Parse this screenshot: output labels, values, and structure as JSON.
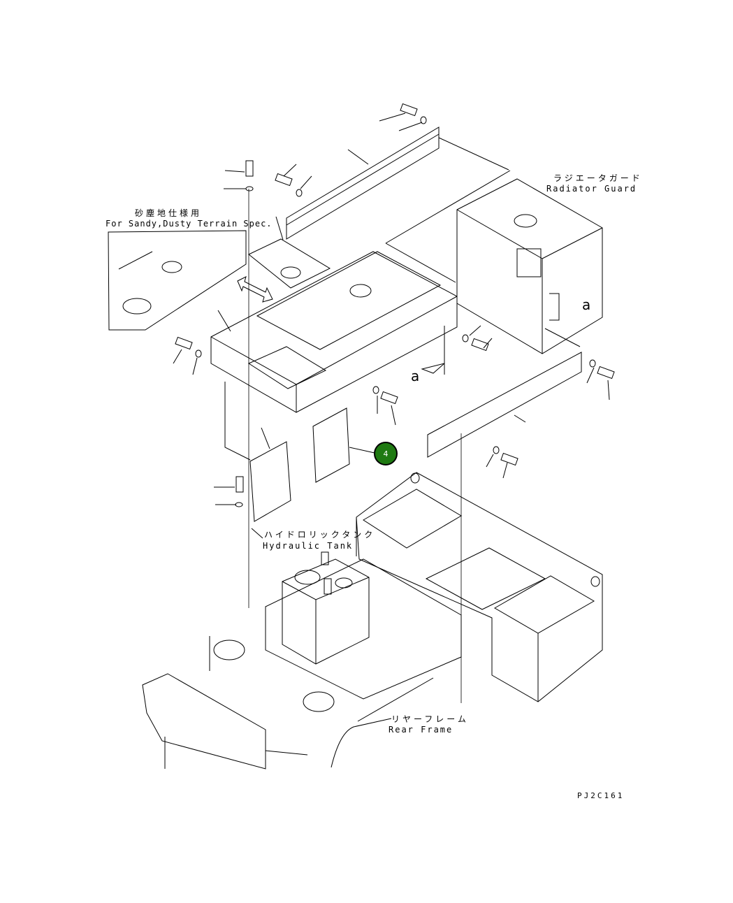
{
  "labels": {
    "sandy_jp": "砂塵地仕様用",
    "sandy_en": "For Sandy,Dusty Terrain Spec.",
    "radiator_jp": "ラジエータガード",
    "radiator_en": "Radiator Guard",
    "hydraulic_jp": "ハイドロリックタンク",
    "hydraulic_en": "Hydraulic Tank",
    "rear_jp": "リヤーフレーム",
    "rear_en": "Rear Frame",
    "view_a_1": "a",
    "view_a_2": "a"
  },
  "callouts": [
    {
      "number": "4",
      "color": "#1f7a12"
    }
  ],
  "drawing_number": "PJ2C161"
}
